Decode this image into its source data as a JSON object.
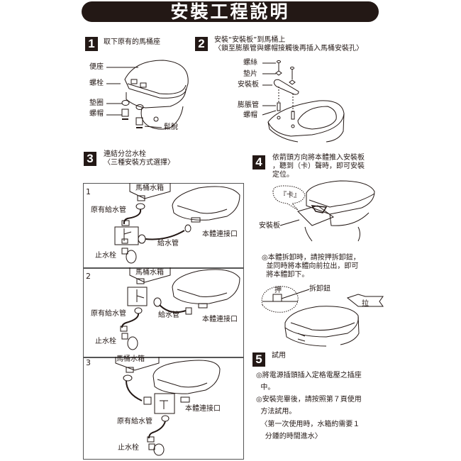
{
  "title": "安裝工程說明",
  "steps": [
    {
      "number": "1",
      "text": "取下原有的馬桶座",
      "labels": {
        "seat": "便座",
        "bolt": "螺栓",
        "washer": "墊圈",
        "nut": "螺帽",
        "loosen": "鬆脫"
      }
    },
    {
      "number": "2",
      "text_line1": "安裝“安裝板”到馬桶上",
      "text_line2": "〈鎖至膨脹管與螺帽接觸後再插入馬桶安裝孔〉",
      "labels": {
        "screw": "螺絲",
        "shim": "墊片",
        "plate": "安裝板",
        "expansion_tube": "膨脹管",
        "nut": "螺帽"
      }
    },
    {
      "number": "3",
      "text_line1": "連結分岔水栓",
      "text_line2": "〈三種安裝方式選擇〉",
      "options": [
        {
          "number": "1",
          "tank": "馬桶水箱",
          "orig_pipe": "原有給水管",
          "supply_pipe": "給水管",
          "connector": "本體連接口",
          "valve": "止水栓"
        },
        {
          "number": "2",
          "tank": "馬桶水箱",
          "orig_pipe": "原有給水管",
          "supply_pipe": "給水管",
          "connector": "本體連接口",
          "valve": "止水栓"
        },
        {
          "number": "3",
          "tank": "馬桶水箱",
          "orig_pipe": "原有給水管",
          "connector": "本體連接口",
          "valve": "止水栓"
        }
      ]
    },
    {
      "number": "4",
      "text_line1": "依箭頭方向將本體推入安裝板",
      "text_line2": "，聽到（卡）聲時，即可安裝",
      "text_line3": "定位。",
      "click_label": "『卡』",
      "plate_label": "安裝板",
      "note_line1": "◎本體拆卸時，請按押拆卸鈕，",
      "note_line2": "  並同時將本體向前拉出，即可",
      "note_line3": "  將本體卸下。",
      "press_label": "押",
      "release_button_label": "拆卸鈕",
      "pull_label": "拉"
    },
    {
      "number": "5",
      "text": "試用",
      "lines": [
        "◎將電源插頭插入定格電壓之插座",
        "  中。",
        "◎安裝完畢後，請按照第７頁使用",
        "  方法試用。",
        "  〈第一次使用時，水箱約需要１",
        "    分鍾的時間進水〉"
      ]
    }
  ]
}
